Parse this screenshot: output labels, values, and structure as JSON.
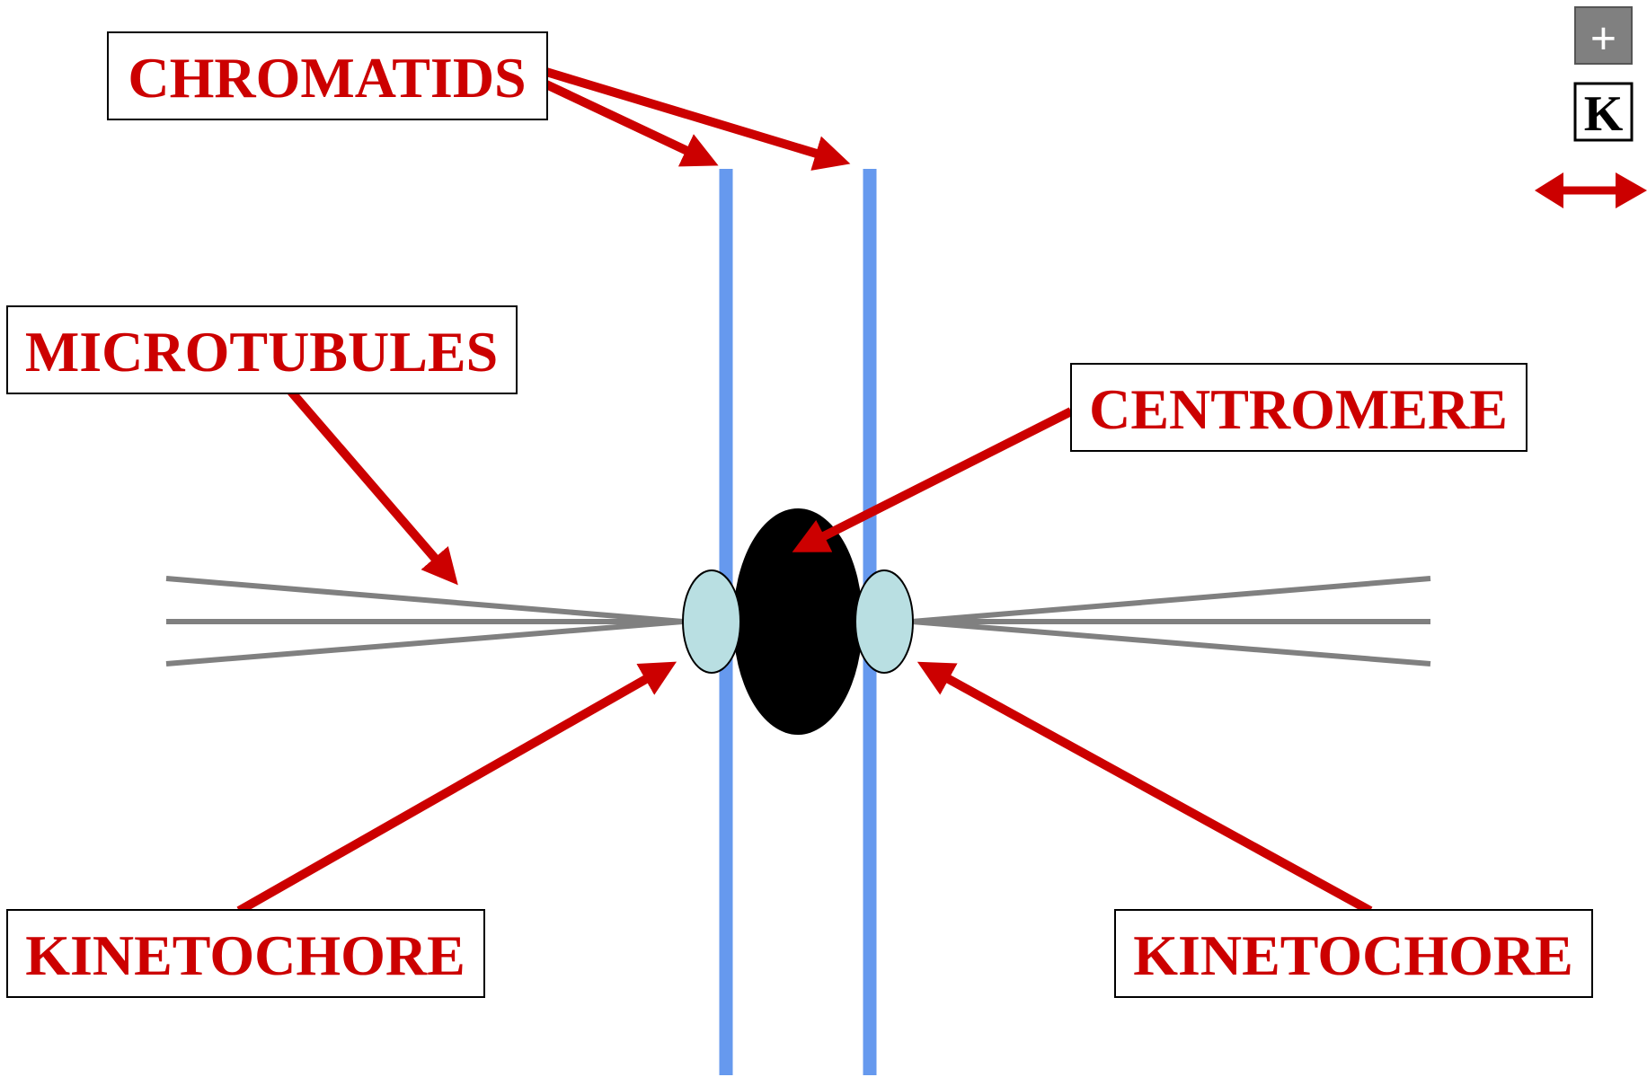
{
  "labels": {
    "chromatids": "CHROMATIDS",
    "microtubules": "MICROTUBULES",
    "centromere": "CENTROMERE",
    "kinetochore_left": "KINETOCHORE",
    "kinetochore_right": "KINETOCHORE"
  },
  "controls": {
    "plus_symbol": "+",
    "k_key": "K"
  },
  "icons": {
    "plus": "plus-icon",
    "k": "k-key-icon",
    "resize": "double-arrow-icon"
  },
  "colors": {
    "label_text": "#cc0000",
    "arrow": "#cc0000",
    "chromatid": "#6699ee",
    "centromere": "#000000",
    "kinetochore_fill": "#b9dfe2",
    "microtubule": "#808080",
    "plus_button_bg": "#808080"
  }
}
